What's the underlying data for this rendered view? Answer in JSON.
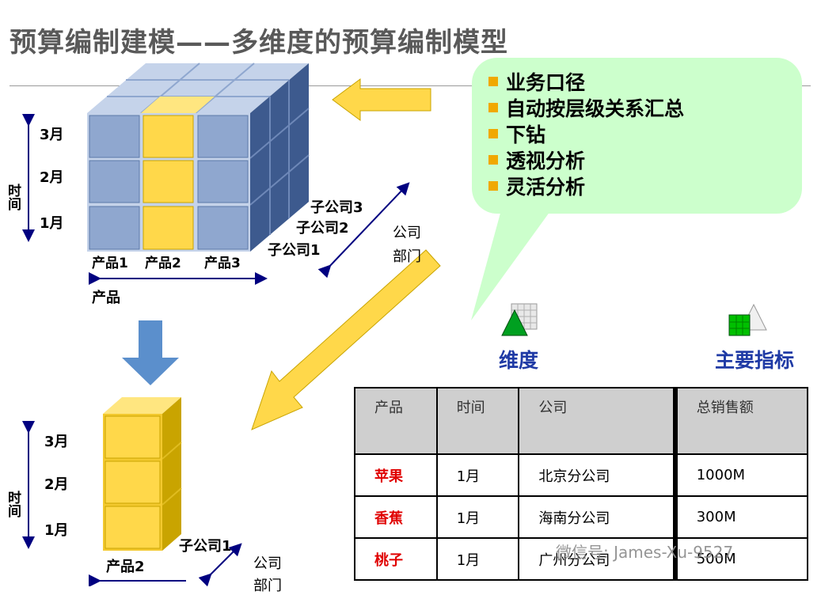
{
  "title": "预算编制建模——多维度的预算编制模型",
  "cube": {
    "axis_time": "时间",
    "months": [
      "3月",
      "2月",
      "1月"
    ],
    "products": [
      "产品1",
      "产品2",
      "产品3"
    ],
    "axis_product": "产品",
    "subsidiaries": [
      "子公司3",
      "子公司2",
      "子公司1"
    ],
    "axis_company": "公司",
    "axis_dept": "部门"
  },
  "slice": {
    "axis_time": "时间",
    "months": [
      "3月",
      "2月",
      "1月"
    ],
    "product": "产品2",
    "subsidiary": "子公司1",
    "axis_company": "公司",
    "axis_dept": "部门"
  },
  "bubble": {
    "items": [
      "业务口径",
      "自动按层级关系汇总",
      "下钻",
      "透视分析",
      "灵活分析"
    ]
  },
  "legend": {
    "dimension_label": "维度",
    "measure_label": "主要指标"
  },
  "table": {
    "headers": [
      "产品",
      "时间",
      "公司",
      "总销售额"
    ],
    "rows": [
      [
        "苹果",
        "1月",
        "北京分公司",
        "1000M"
      ],
      [
        "香蕉",
        "1月",
        "海南分公司",
        "300M"
      ],
      [
        "桃子",
        "1月",
        "广州分公司",
        "500M"
      ]
    ]
  },
  "watermark": "微信号: James-Xu-9527",
  "colors": {
    "cube_blue": "#8fa7cf",
    "cube_dark": "#3d5a8e",
    "cube_yellow": "#ffd84a",
    "bubble_fill": "#ccffcc",
    "arrow_yellow": "#ffd84a",
    "arrow_blue": "#5b8fcc",
    "label_blue": "#1f3aa5",
    "red_text": "#e00000"
  }
}
